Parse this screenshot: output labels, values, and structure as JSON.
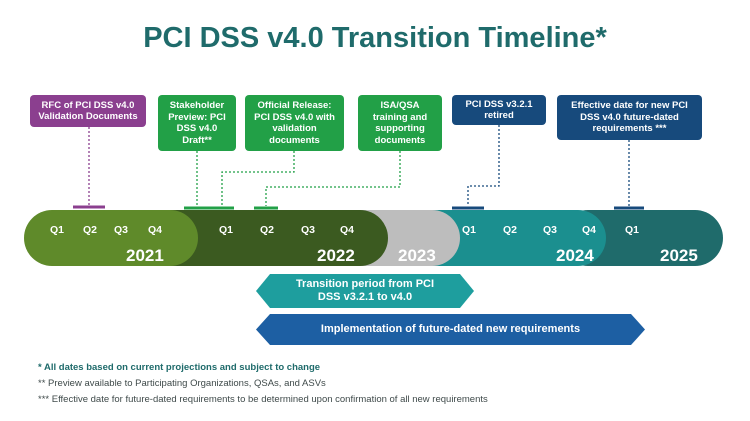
{
  "title": "PCI DSS v4.0 Transition Timeline*",
  "callouts": [
    {
      "text": "RFC of PCI DSS v4.0 Validation Documents",
      "color": "#8b3f8f"
    },
    {
      "text": "Stakeholder Preview: PCI DSS v4.0 Draft**",
      "color": "#22a047"
    },
    {
      "text": "Official Release: PCI DSS v4.0 with validation documents",
      "color": "#22a047"
    },
    {
      "text": "ISA/QSA training and supporting documents",
      "color": "#22a047"
    },
    {
      "text": "PCI DSS v3.2.1 retired",
      "color": "#174a7c"
    },
    {
      "text": "Effective date for new PCI DSS v4.0 future-dated requirements ***",
      "color": "#174a7c"
    }
  ],
  "timeline": {
    "years": [
      "2021",
      "2022",
      "2023",
      "2024",
      "2025"
    ],
    "quarters": [
      "Q1",
      "Q2",
      "Q3",
      "Q4"
    ],
    "q1": "Q1"
  },
  "transition_period": "Transition period from PCI DSS v3.2.1 to v4.0",
  "implementation": "Implementation of future-dated new requirements",
  "footnotes": [
    "* All dates based on current projections and subject to change",
    "** Preview available to Participating Organizations, QSAs, and ASVs",
    "*** Effective date for future-dated  requirements to be determined upon confirmation  of all new requirements"
  ],
  "colors": {
    "title": "#1f6b6b",
    "rfc": "#8b3f8f",
    "green_box": "#22a047",
    "navy_box": "#174a7c",
    "bar_2021": "#5f8a2a",
    "bar_2022": "#3b5a20",
    "bar_2023": "#bdbdbd",
    "bar_2024": "#1b8f8f",
    "bar_2025": "#1f6b6b",
    "transition_arrow": "#1e9e9e",
    "implementation_arrow": "#1d5fa3",
    "footnote1": "#1f6b6b",
    "footnote_other": "#3f4a4a"
  }
}
